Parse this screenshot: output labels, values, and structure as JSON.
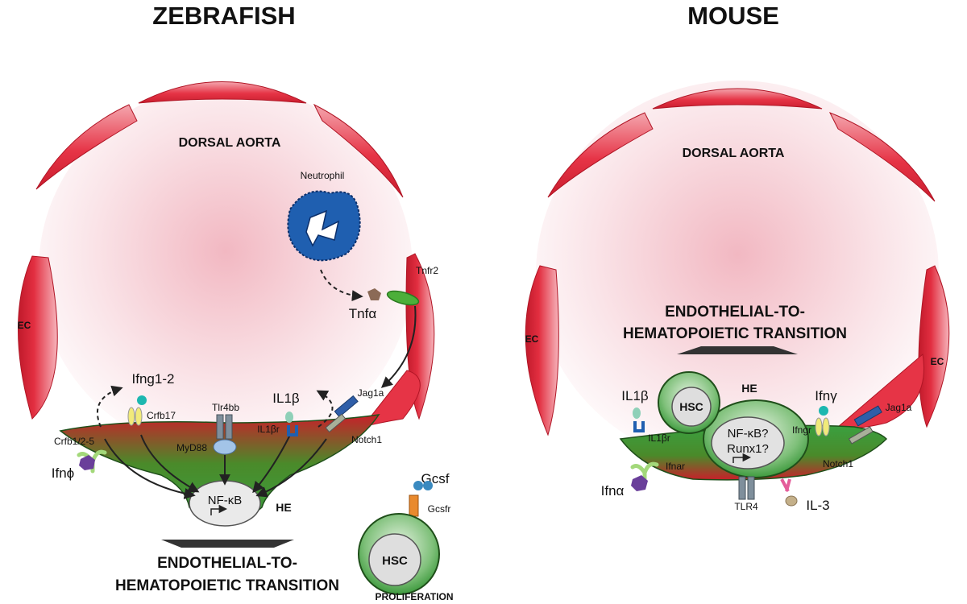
{
  "panels": {
    "zebrafish": {
      "title": "ZEBRAFISH",
      "dorsal_aorta": "DORSAL AORTA",
      "neutrophil": "Neutrophil",
      "tnfa": "Tnfα",
      "tnfr2": "Tnfr2",
      "ec": "EC",
      "ifng": "Ifng1-2",
      "crfb17": "Crfb17",
      "il1b": "IL1β",
      "il1br": "IL1βr",
      "jag1a": "Jag1a",
      "notch1": "Notch1",
      "tlr4bb": "Tlr4bb",
      "myd88": "MyD88",
      "crfb125": "Crfb1/2-5",
      "ifnphi": "Ifnϕ",
      "nfkb": "NF-κB",
      "he": "HE",
      "transition_line1": "ENDOTHELIAL-TO-",
      "transition_line2": "HEMATOPOIETIC TRANSITION",
      "gcsf": "Gcsf",
      "gcsfr": "Gcsfr",
      "hsc": "HSC",
      "proliferation": "PROLIFERATION"
    },
    "mouse": {
      "title": "MOUSE",
      "dorsal_aorta": "DORSAL AORTA",
      "transition_line1": "ENDOTHELIAL-TO-",
      "transition_line2": "HEMATOPOIETIC TRANSITION",
      "ec_left": "EC",
      "ec_right": "EC",
      "il1b": "IL1β",
      "il1br": "IL1βr",
      "hsc": "HSC",
      "he": "HE",
      "ifng": "Ifnγ",
      "ifngr": "Ifngr",
      "jag1a": "Jag1a",
      "notch1": "Notch1",
      "nfkb": "NF-κB?",
      "runx1": "Runx1?",
      "ifnar": "Ifnar",
      "ifna": "Ifnα",
      "tlr4": "TLR4",
      "il3": "IL-3"
    }
  },
  "colors": {
    "endothelial_red": "#e0283a",
    "lumen_pink": "#f6d3d8",
    "he_green": "#3a9a3a",
    "nucleus_grey": "#e2e2e2",
    "neutrophil_blue": "#1f5fb0",
    "arrow_dark": "#333333"
  }
}
